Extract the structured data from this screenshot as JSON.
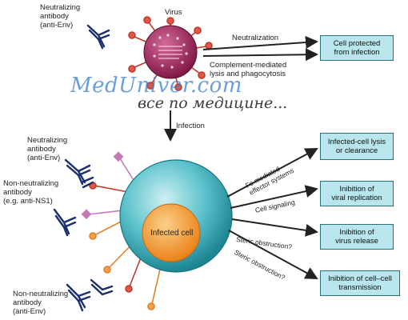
{
  "labels": {
    "virus": "Virus",
    "neutralizing_top": "Neutralizing\nantibody\n(anti-Env)",
    "neutralizing_left": "Neutralizing\nantibody\n(anti-Env)",
    "non_neutralizing_ns1": "Non-neutralizing\nantibody\n(e.g. anti-NS1)",
    "non_neutralizing_env": "Non-neutralizing\nantibody\n(anti-Env)",
    "neutralization": "Neutralization",
    "complement": "Complement-mediated\nlysis and phagocytosis",
    "infection": "Infection",
    "infected_cell": "Infected cell",
    "fc_mediated": "Fc-mediated\neffector systems",
    "cell_signaling": "Cell signaling",
    "steric1": "Steric obstruction?",
    "steric2": "Steric obstruction?"
  },
  "boxes": {
    "protected": "Cell protected\nfrom infection",
    "lysis": "Infected-cell lysis\nor clearance",
    "replication": "Inibition of\nviral replication",
    "release": "Inibition of\nvirus release",
    "transmission": "Inibition of cell–cell\ntransmission"
  },
  "watermark": {
    "line1": "MedUniver.com",
    "line2": "все по медицине..."
  },
  "colors": {
    "box_fill": "#b9e6ec",
    "virus": "#8a1a4a",
    "cell_outer": "#2aa6b4",
    "nucleus": "#f08a1c",
    "antibody": "#1a2f6b",
    "spike_red": "#c0392b",
    "spike_orange": "#e67e22",
    "ns1": "#c47ab8"
  }
}
